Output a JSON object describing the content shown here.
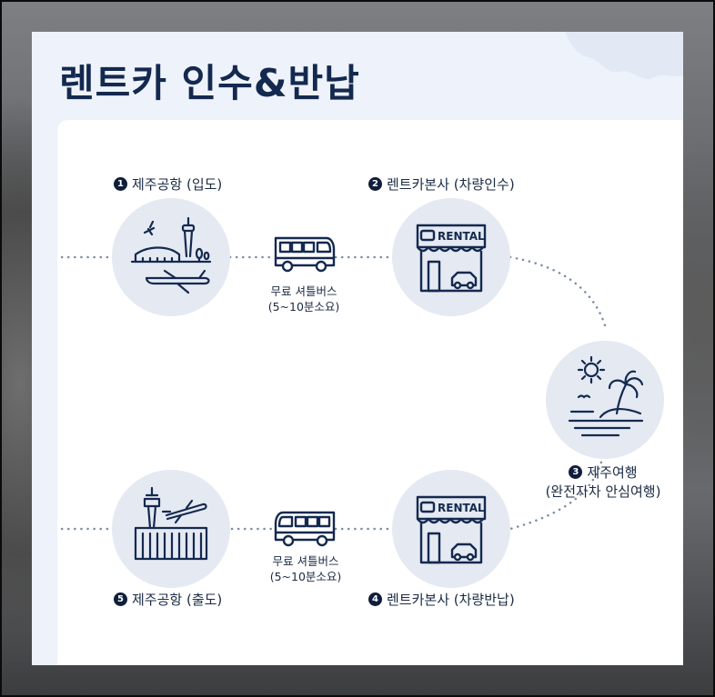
{
  "title": "렌트카 인수&반납",
  "steps": [
    {
      "num": "1",
      "label": "제주공항 (입도)",
      "icon": "airport-terminal-icon"
    },
    {
      "num": "2",
      "label": "렌트카본사 (차량인수)",
      "icon": "rental-office-icon"
    },
    {
      "num": "3",
      "label": "제주여행",
      "sublabel": "(완전자차 안심여행)",
      "icon": "beach-icon"
    },
    {
      "num": "4",
      "label": "렌트카본사 (차량반납)",
      "icon": "rental-office-icon"
    },
    {
      "num": "5",
      "label": "제주공항 (출도)",
      "icon": "control-tower-icon"
    }
  ],
  "shuttle": {
    "line1": "무료 셔틀버스",
    "line2": "(5~10분소요)",
    "icon": "bus-icon"
  },
  "rental_sign": "RENTAL",
  "colors": {
    "navy": "#14294f",
    "circle_bg": "#e4e9f2",
    "dots": "#7a8aa6",
    "panel": "#eef2fa"
  }
}
